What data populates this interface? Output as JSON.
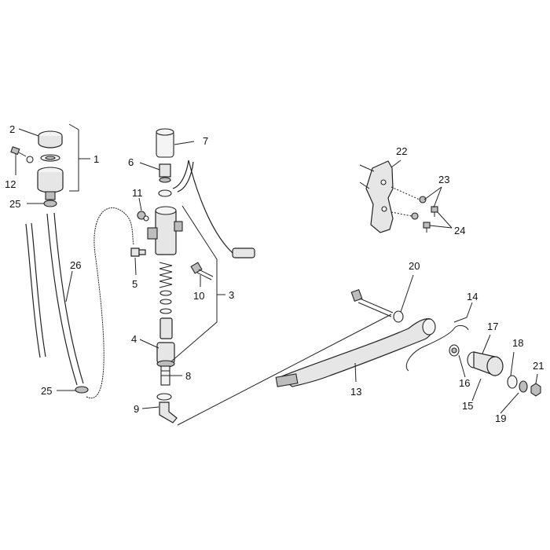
{
  "diagram": {
    "callouts": [
      {
        "id": "c1",
        "label": "1"
      },
      {
        "id": "c2",
        "label": "2"
      },
      {
        "id": "c3",
        "label": "3"
      },
      {
        "id": "c4",
        "label": "4"
      },
      {
        "id": "c5",
        "label": "5"
      },
      {
        "id": "c6",
        "label": "6"
      },
      {
        "id": "c7",
        "label": "7"
      },
      {
        "id": "c8",
        "label": "8"
      },
      {
        "id": "c9",
        "label": "9"
      },
      {
        "id": "c10",
        "label": "10"
      },
      {
        "id": "c11",
        "label": "11"
      },
      {
        "id": "c12",
        "label": "12"
      },
      {
        "id": "c13",
        "label": "13"
      },
      {
        "id": "c14",
        "label": "14"
      },
      {
        "id": "c15",
        "label": "15"
      },
      {
        "id": "c16",
        "label": "16"
      },
      {
        "id": "c17",
        "label": "17"
      },
      {
        "id": "c18",
        "label": "18"
      },
      {
        "id": "c19",
        "label": "19"
      },
      {
        "id": "c20",
        "label": "20"
      },
      {
        "id": "c21",
        "label": "21"
      },
      {
        "id": "c22",
        "label": "22"
      },
      {
        "id": "c23",
        "label": "23"
      },
      {
        "id": "c24",
        "label": "24"
      },
      {
        "id": "c25a",
        "label": "25"
      },
      {
        "id": "c25b",
        "label": "25"
      },
      {
        "id": "c26",
        "label": "26"
      }
    ],
    "colors": {
      "ink": "#222222",
      "part_fill": "#e6e6e6",
      "background": "#ffffff"
    }
  }
}
